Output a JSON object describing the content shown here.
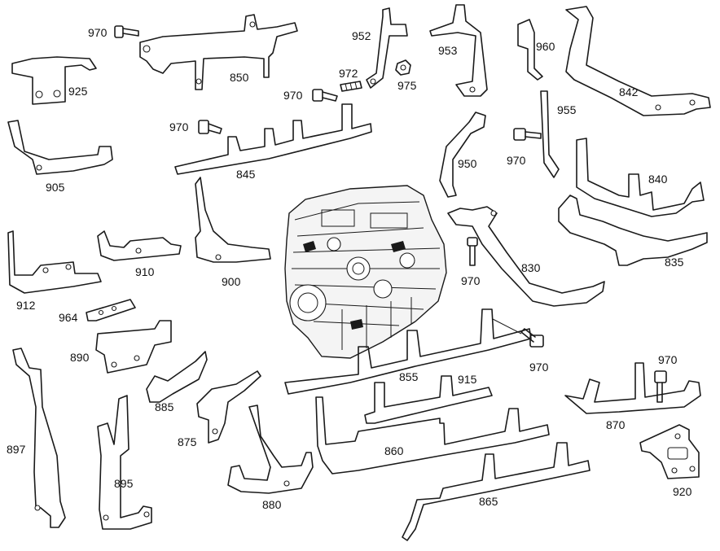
{
  "labels": {
    "l970a": "970",
    "l850": "850",
    "l925": "925",
    "l952": "952",
    "l972": "972",
    "l975": "975",
    "l970b": "970",
    "l953": "953",
    "l960": "960",
    "l842": "842",
    "l955": "955",
    "l970c": "970",
    "l970d": "970",
    "l845": "845",
    "l905": "905",
    "l950": "950",
    "l840": "840",
    "l830": "830",
    "l835": "835",
    "l970e": "970",
    "l910": "910",
    "l900": "900",
    "l912": "912",
    "l964": "964",
    "l890": "890",
    "l855": "855",
    "l915": "915",
    "l970f": "970",
    "l970g": "970",
    "l885": "885",
    "l870": "870",
    "l875": "875",
    "l860": "860",
    "l897": "897",
    "l895": "895",
    "l880": "880",
    "l865": "865",
    "l920": "920"
  },
  "colors": {
    "line": "#1a1a1a",
    "background": "#ffffff"
  }
}
